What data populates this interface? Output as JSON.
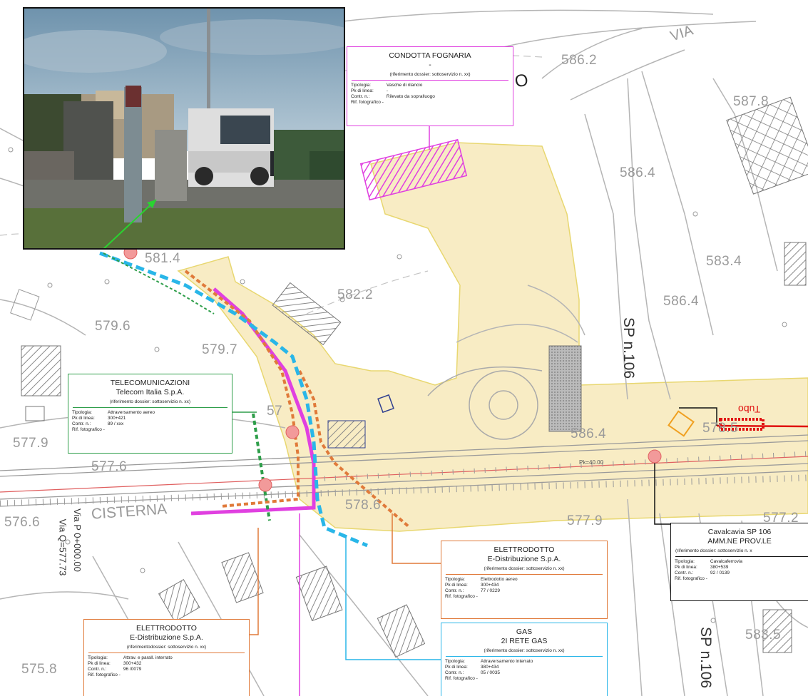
{
  "elevations": [
    "586.2",
    "587.8",
    "586.4",
    "583.4",
    "586.4",
    "582.2",
    "581.4",
    "579.6",
    "579.7",
    "577.9",
    "577.6",
    "576.6",
    "578.6",
    "577.9",
    "577.2",
    "575.8",
    "583.5",
    "586.4",
    "57",
    "578.5"
  ],
  "road_labels": {
    "via": "VIA",
    "sp106_a": "SP n.106",
    "sp106_b": "SP n.106",
    "cisterna": "CISTERNA",
    "via_p": "Via P 0+000.00",
    "via_q": "Via Q=577.73",
    "pk_tag": "Pk=40.00",
    "tubo": "Tubo",
    "o60": "O"
  },
  "boxes": {
    "fognaria": {
      "title": "CONDOTTA FOGNARIA",
      "subtitle": "-",
      "ref": "(riferimento dossier: sottoservizio n. xx)",
      "rows": [
        {
          "k": "Tipologia:",
          "v": "Vasche di rilancio"
        },
        {
          "k": "Pk di linea:",
          "v": "-"
        },
        {
          "k": "Contr. n.:",
          "v": "Rilevato da sopralluogo"
        },
        {
          "k": "Rif. fotografico -",
          "v": ""
        }
      ],
      "color": "#e040e0"
    },
    "telecom": {
      "title": "TELECOMUNICAZIONI",
      "subtitle": "Telecom Italia S.p.A.",
      "ref": "(riferimento dossier: sottoservizio n. xx)",
      "rows": [
        {
          "k": "Tipologia:",
          "v": "Attraversamento aereo"
        },
        {
          "k": "Pk di linea:",
          "v": "300+421"
        },
        {
          "k": "Contr. n.:",
          "v": "89 / xxx"
        },
        {
          "k": "Rif. fotografico -",
          "v": ""
        }
      ],
      "color": "#2e9e4a"
    },
    "cavalcavia": {
      "title": "Cavalcavia SP 106",
      "subtitle": "AMM.NE PROV.LE",
      "ref": "(riferimento dossier: sottoservizio n. x",
      "rows": [
        {
          "k": "Tipologia:",
          "v": "Cavalcaferrovia"
        },
        {
          "k": "Pk di linea:",
          "v": "380+539"
        },
        {
          "k": "Contr. n.:",
          "v": "92 / 0139"
        },
        {
          "k": "Rif. fotografico -",
          "v": ""
        }
      ],
      "color": "#111111"
    },
    "elettro1": {
      "title": "ELETTRODOTTO",
      "subtitle": "E-Distribuzione S.p.A.",
      "ref": "(riferimento dossier: sottoservizio n. xx)",
      "rows": [
        {
          "k": "Tipologia:",
          "v": "Elettrodotto aereo"
        },
        {
          "k": "Pk di linea:",
          "v": "300+434"
        },
        {
          "k": "Contr. n.:",
          "v": "77 / 0229"
        },
        {
          "k": "Rif. fotografico -",
          "v": ""
        }
      ],
      "color": "#e07a3a"
    },
    "elettro2": {
      "title": "ELETTRODOTTO",
      "subtitle": "E-Distribuzione S.p.A.",
      "ref": "(riferimentodossier: sottoservizio n. xx)",
      "rows": [
        {
          "k": "Tipologia:",
          "v": "Attrav. e parall. interrato"
        },
        {
          "k": "Pk di linea:",
          "v": "300+432"
        },
        {
          "k": "Contr. n.:",
          "v": "96 /0079"
        },
        {
          "k": "Rif. fotografico -",
          "v": ""
        }
      ],
      "color": "#e07a3a"
    },
    "gas": {
      "title": "GAS",
      "subtitle": "2I RETE GAS",
      "ref": "(riferimento dossier: sottoservizio n. xx)",
      "rows": [
        {
          "k": "Tipologia:",
          "v": "Attraversamento interrato"
        },
        {
          "k": "Pk di linea:",
          "v": "380+434"
        },
        {
          "k": "Contr. n.:",
          "v": "05 / 0035"
        },
        {
          "k": "Rif. fotografico -",
          "v": ""
        }
      ],
      "color": "#29b6e8"
    }
  },
  "colors": {
    "fill_area": "#f8ecc4",
    "fognaria": "#e040e0",
    "telecom": "#2e9e4a",
    "elettro": "#e07a3a",
    "gas": "#29b6e8",
    "rail": "#e06060",
    "base": "#b8b8b8"
  }
}
